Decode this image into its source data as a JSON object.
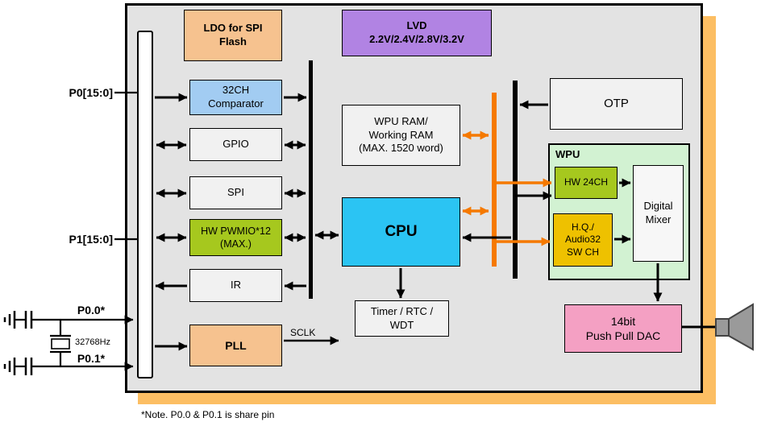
{
  "pins": {
    "p0": "P0[15:0]",
    "p1": "P1[15:0]",
    "p00": "P0.0*",
    "p01": "P0.1*"
  },
  "crystal_label": "32768Hz",
  "note": "*Note. P0.0 & P0.1 is share pin",
  "blocks": {
    "ldo": "LDO for SPI\nFlash",
    "lvd": "LVD\n2.2V/2.4V/2.8V/3.2V",
    "comparator": "32CH\nComparator",
    "gpio": "GPIO",
    "spi": "SPI",
    "pwm": "HW PWMIO*12\n(MAX.)",
    "ir": "IR",
    "pll": "PLL",
    "sclk": "SCLK",
    "wpu_ram": "WPU RAM/\nWorking RAM\n(MAX. 1520 word)",
    "cpu": "CPU",
    "timer": "Timer / RTC /\nWDT",
    "otp": "OTP",
    "wpu": "WPU",
    "hw24": "HW 24CH",
    "hq": "H.Q./\nAudio32\nSW CH",
    "mixer": "Digital\nMixer",
    "dac": "14bit\nPush Pull DAC"
  },
  "colors": {
    "shadow": "#FCBE63",
    "block_bg": "#E3E3E3",
    "orange_bus": "#F57900",
    "cpu_cyan": "#2BC4F3",
    "comparator_blue": "#A2CCF2",
    "pwm_green": "#A6C81E",
    "audio_gold": "#EEC100",
    "peach": "#F6C28F",
    "lvd_purple": "#B183E3",
    "wpu_green_bg": "#D2F2D2",
    "dac_pink": "#F4A0C3"
  }
}
